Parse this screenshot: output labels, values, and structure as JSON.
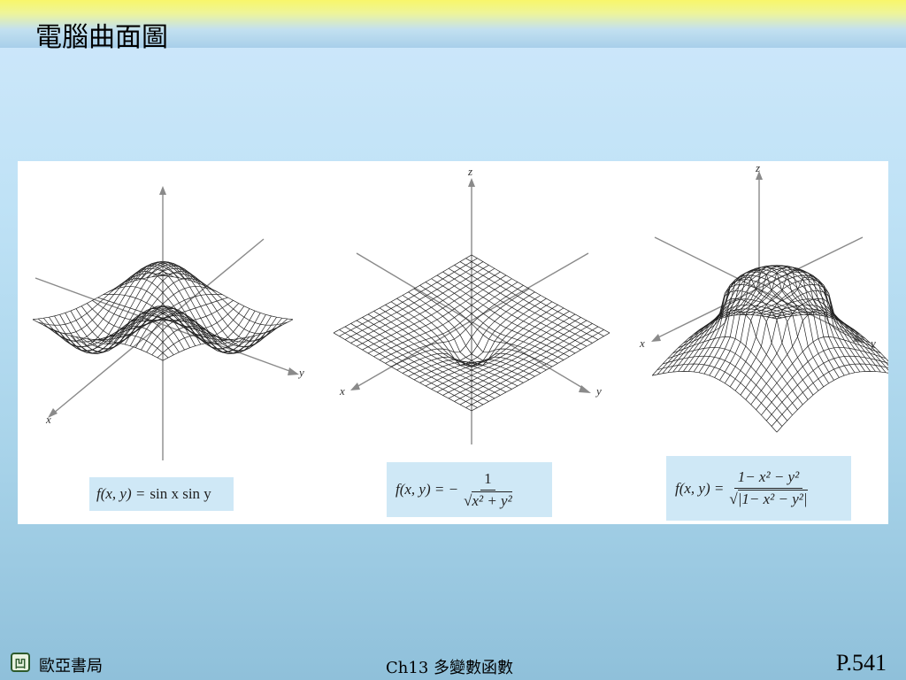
{
  "slide": {
    "title": "電腦曲面圖"
  },
  "figures": [
    {
      "axes": {
        "x": "x",
        "y": "y",
        "z": ""
      },
      "formula": {
        "lhs": "f(x, y) =",
        "rhs": "sin x sin y"
      }
    },
    {
      "axes": {
        "x": "x",
        "y": "y",
        "z": "z"
      },
      "formula": {
        "lhs": "f(x, y) = −",
        "num": "1",
        "den_sqrt": "√",
        "den": "x² + y²"
      }
    },
    {
      "axes": {
        "x": "x",
        "y": "y",
        "z": "z"
      },
      "formula": {
        "lhs": "f(x, y) =",
        "num": "1− x² − y²",
        "den_sqrt": "√",
        "den": "|1− x² − y²|"
      }
    }
  ],
  "footer": {
    "logo_glyph": "凹",
    "publisher": "歐亞書局",
    "chapter": "Ch13 多變數函數",
    "page": "P.541"
  }
}
